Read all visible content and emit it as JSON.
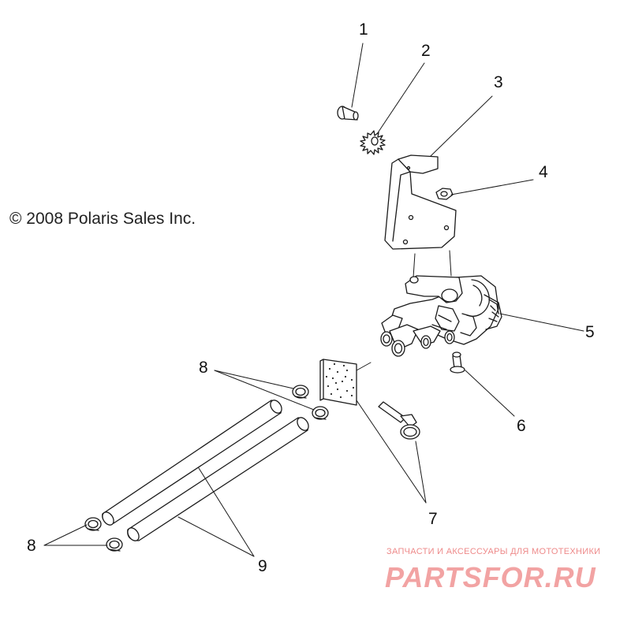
{
  "copyright": "© 2008 Polaris Sales Inc.",
  "callouts": [
    "1",
    "2",
    "3",
    "4",
    "5",
    "6",
    "7",
    "8",
    "8",
    "9"
  ],
  "watermark": {
    "tagline": "ЗАПЧАСТИ И АКСЕССУАРЫ ДЛЯ МОТОТЕХНИКИ",
    "logo": "PARTSFOR.RU",
    "color": "#f2a3a3"
  },
  "colors": {
    "line": "#1a1a1a",
    "background": "#ffffff"
  }
}
